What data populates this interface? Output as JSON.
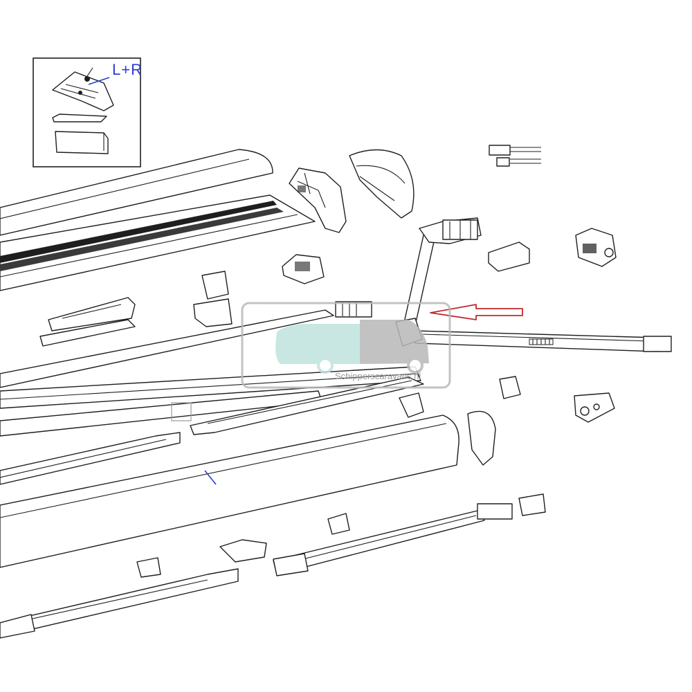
{
  "inset": {
    "label": "L+R"
  },
  "watermark": {
    "text": "Schipperscaravans.nl"
  },
  "colors": {
    "line": "#1e1e1e",
    "accent_blue": "#2a3bd6",
    "arrow_red": "#c0282d",
    "watermark_teal": "#bfe3df",
    "watermark_gray": "#b8b8b8"
  },
  "icons": [
    "pointer-arrow",
    "caravan-logo"
  ]
}
